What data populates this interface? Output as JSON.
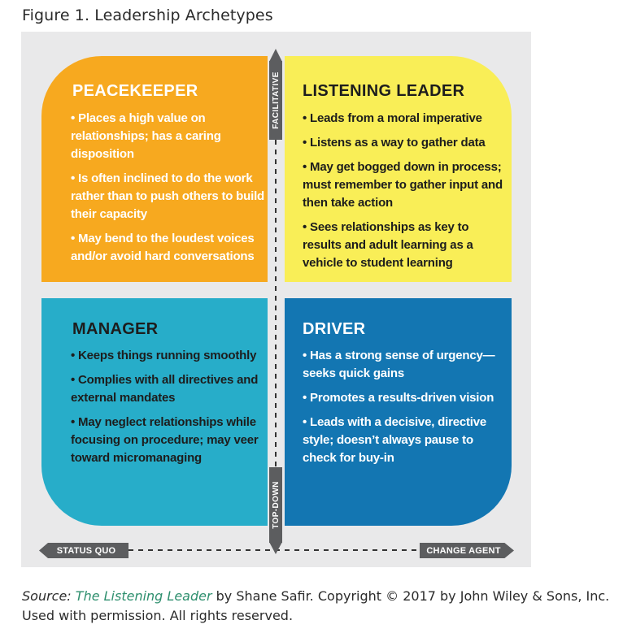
{
  "figure_title": "Figure 1. Leadership Archetypes",
  "quadrants": {
    "peacekeeper": {
      "title": "PEACEKEEPER",
      "bullets": [
        "• Places a high value on relationships; has a caring disposition",
        "• Is often inclined to do the work rather than to push others to build their capacity",
        "• May bend to the loudest voices and/or avoid hard conversations"
      ]
    },
    "listening_leader": {
      "title": "LISTENING LEADER",
      "bullets": [
        "• Leads from a moral imperative",
        "• Listens as a way to gather data",
        "• May get bogged down in process; must remember to gather input and then take action",
        "• Sees relationships as key to results and adult learning as a vehicle to student learning"
      ]
    },
    "manager": {
      "title": "MANAGER",
      "bullets": [
        "• Keeps things running smoothly",
        "• Complies with all directives and external mandates",
        "• May neglect relationships while focusing on procedure; may veer toward micromanaging"
      ]
    },
    "driver": {
      "title": "DRIVER",
      "bullets": [
        "• Has a strong sense of urgency—seeks quick gains",
        "• Promotes a results-driven vision",
        "• Leads with a decisive, directive style; doesn’t always pause to check for buy-in"
      ]
    }
  },
  "axes": {
    "top": "FACILITATIVE",
    "bottom": "TOP-DOWN",
    "left": "STATUS QUO",
    "right": "CHANGE AGENT"
  },
  "source": {
    "label": "Source:",
    "book": "The Listening Leader",
    "rest": " by Shane Safir. Copyright © 2017 by John Wiley & Sons, Inc. Used with permission. All rights reserved."
  },
  "colors": {
    "peacekeeper": "#f7a91f",
    "listening_leader": "#f9ee57",
    "manager": "#27adc9",
    "driver": "#1376b2",
    "axis": "#5c5d5f",
    "panel": "#e9e9ea"
  }
}
